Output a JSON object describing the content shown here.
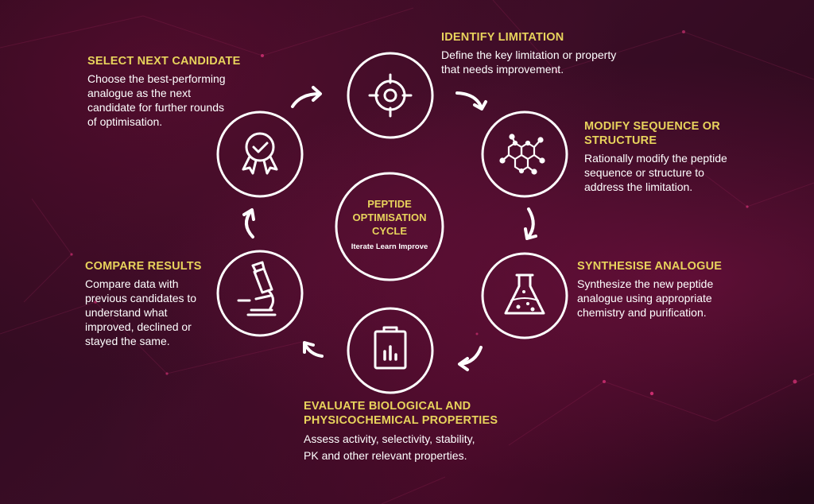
{
  "center": {
    "title_lines": [
      "PEPTIDE",
      "OPTIMISATION",
      "CYCLE"
    ],
    "subtitle": "Iterate Learn Improve"
  },
  "steps": [
    {
      "heading": [
        "IDENTIFY LIMITATION"
      ],
      "description": [
        "Define the key limitation or property",
        "that needs improvement."
      ],
      "icon": "target-icon"
    },
    {
      "heading": [
        "MODIFY SEQUENCE OR",
        "STRUCTURE"
      ],
      "description": [
        "Rationally modify the peptide",
        "sequence or structure to",
        "address the limitation."
      ],
      "icon": "molecule-icon"
    },
    {
      "heading": [
        "SYNTHESISE ANALOGUE"
      ],
      "description": [
        "Synthesize the new peptide",
        "analogue using appropriate",
        "chemistry and purification."
      ],
      "icon": "flask-icon"
    },
    {
      "heading": [
        "EVALUATE BIOLOGICAL AND",
        "PHYSICOCHEMICAL PROPERTIES"
      ],
      "description": [
        "Assess activity, selectivity, stability,",
        "PK and other relevant properties."
      ],
      "icon": "clipboard-chart-icon"
    },
    {
      "heading": [
        "COMPARE RESULTS"
      ],
      "description": [
        "Compare data with",
        "previous candidates to",
        "understand what",
        "improved, declined or",
        "stayed the same."
      ],
      "icon": "microscope-icon"
    },
    {
      "heading": [
        "SELECT NEXT CANDIDATE"
      ],
      "description": [
        "Choose the best-performing",
        "analogue as the next",
        "candidate for further rounds",
        "of optimisation."
      ],
      "icon": "award-badge-icon"
    }
  ],
  "colors": {
    "accent": "#e8d35c",
    "text": "#ffffff",
    "background": "#2a0a1c"
  }
}
